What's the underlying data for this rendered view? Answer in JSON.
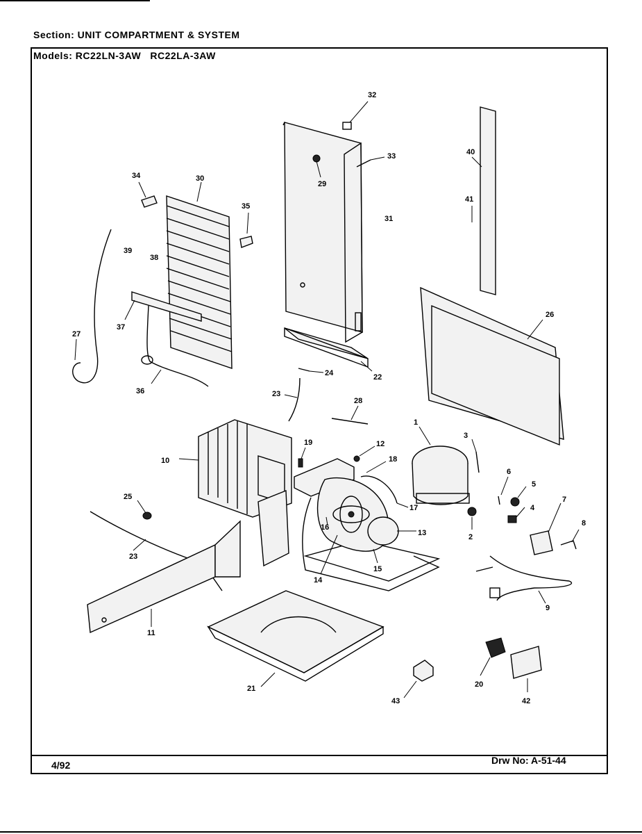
{
  "header": {
    "section_label": "Section:",
    "section_value": "UNIT COMPARTMENT & SYSTEM",
    "models_label": "Models:",
    "models_value": "RC22LN-3AW   RC22LA-3AW"
  },
  "footer": {
    "date": "4/92",
    "drawing_number_label": "Drw No:",
    "drawing_number_value": "A-51-44"
  },
  "callouts": {
    "c1": "1",
    "c2": "2",
    "c3": "3",
    "c4": "4",
    "c5": "5",
    "c6": "6",
    "c7": "7",
    "c8": "8",
    "c9": "9",
    "c10": "10",
    "c11": "11",
    "c12": "12",
    "c13": "13",
    "c14": "14",
    "c15": "15",
    "c16": "16",
    "c17": "17",
    "c18": "18",
    "c19": "19",
    "c20": "20",
    "c21": "21",
    "c22": "22",
    "c23a": "23",
    "c23b": "23",
    "c24": "24",
    "c25": "25",
    "c26": "26",
    "c27": "27",
    "c28": "28",
    "c29": "29",
    "c30": "30",
    "c31": "31",
    "c32": "32",
    "c33": "33",
    "c34": "34",
    "c35": "35",
    "c36": "36",
    "c37": "37",
    "c38": "38",
    "c39": "39",
    "c40": "40",
    "c41": "41",
    "c42": "42",
    "c43": "43"
  }
}
